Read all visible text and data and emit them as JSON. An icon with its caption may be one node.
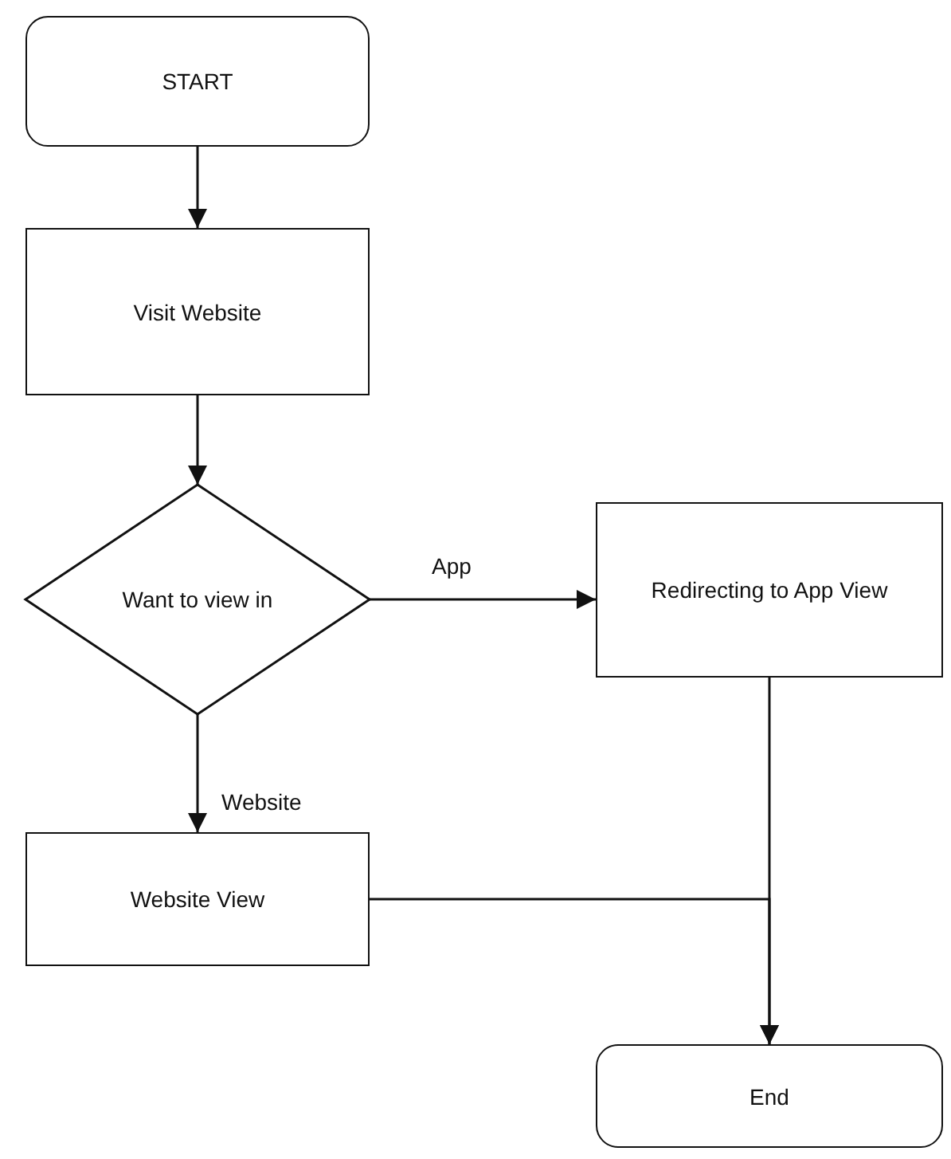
{
  "diagram": {
    "nodes": [
      {
        "text": [
          "START"
        ]
      },
      {
        "text": [
          "Visit Website"
        ]
      },
      {
        "text": [
          "Want to view in"
        ]
      },
      {
        "text": [
          "Redirecting to App View"
        ]
      },
      {
        "text": [
          "Website View"
        ]
      },
      {
        "text": [
          "End"
        ]
      }
    ],
    "edges": [
      {
        "from": 0,
        "to": 1,
        "arrow": "to"
      },
      {
        "from": 1,
        "to": 2,
        "arrow": "to"
      },
      {
        "from": 2,
        "to": 3,
        "arrow": "to",
        "label": "App"
      },
      {
        "from": 2,
        "to": 4,
        "arrow": "to",
        "label": "Website"
      },
      {
        "from": 3,
        "to": 5,
        "arrow": "to"
      },
      {
        "from": 4,
        "to": 5,
        "arrow": "to"
      }
    ]
  }
}
